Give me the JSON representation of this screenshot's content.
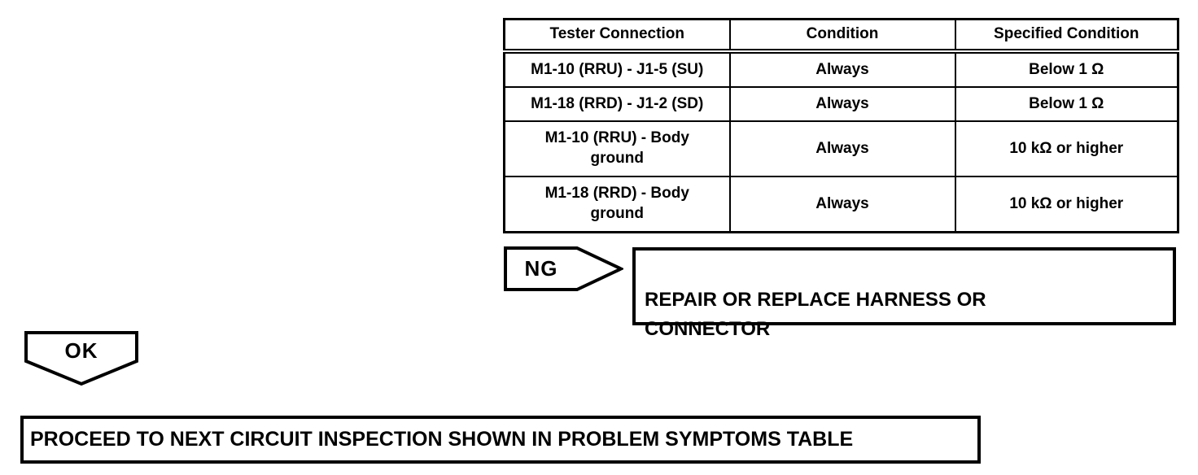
{
  "colors": {
    "line": "#000000",
    "text": "#000000",
    "fill": "#ffffff"
  },
  "table": {
    "headers": [
      "Tester Connection",
      "Condition",
      "Specified Condition"
    ],
    "rows": [
      [
        "M1-10 (RRU) - J1-5 (SU)",
        "Always",
        "Below 1 Ω"
      ],
      [
        "M1-18 (RRD) - J1-2 (SD)",
        "Always",
        "Below 1 Ω"
      ],
      [
        "M1-10 (RRU) - Body\nground",
        "Always",
        "10 kΩ or higher"
      ],
      [
        "M1-18 (RRD) - Body\nground",
        "Always",
        "10 kΩ or higher"
      ]
    ]
  },
  "flowchart": {
    "ng": {
      "label": "NG",
      "result": "REPAIR OR REPLACE HARNESS OR\nCONNECTOR"
    },
    "ok": {
      "label": "OK",
      "result": "PROCEED TO NEXT CIRCUIT INSPECTION SHOWN IN PROBLEM SYMPTOMS TABLE"
    }
  }
}
